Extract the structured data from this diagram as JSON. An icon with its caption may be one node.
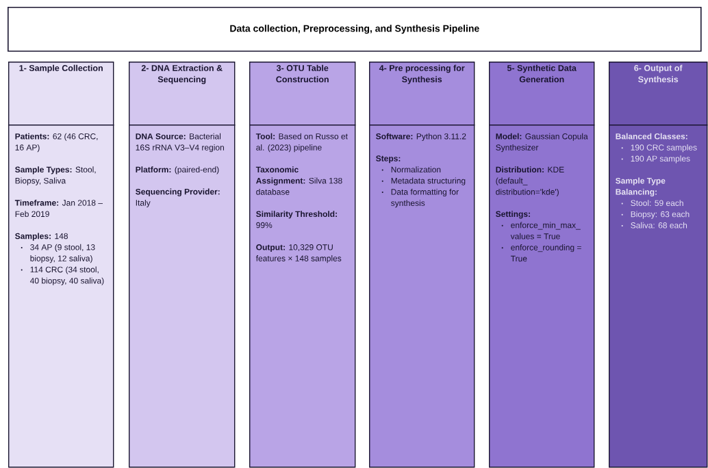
{
  "diagram": {
    "title": "Data collection, Preprocessing, and Synthesis Pipeline",
    "nodes": [
      {
        "text": [
          "1- Sample Collection"
        ]
      },
      {
        "text": [
          "**Patients:** 62 (46 CRC, 16 AP)",
          "**Sample Types:** Stool, Biopsy, Saliva",
          "**Timeframe:** Jan 2018 – Feb 2019",
          "**Samples:** 148",
          "34 AP (9 stool, 13 biopsy, 12 saliva)",
          "114 CRC (34 stool, 40 biopsy, 40 saliva)"
        ]
      },
      {
        "text": [
          "2- DNA Extraction & Sequencing"
        ]
      },
      {
        "text": [
          "**DNA Source:** Bacterial 16S rRNA V3–V4 region",
          "**Platform:** (paired-end)",
          "**Sequencing Provider:** Italy"
        ]
      },
      {
        "text": [
          "3- OTU Table Construction"
        ]
      },
      {
        "text": [
          "**Tool:** Based on Russo et al. (2023) pipeline",
          "**Taxonomic Assignment:** Silva 138 database",
          "**Similarity Threshold:** 99%",
          "**Output:** 10,329 OTU features × 148 samples"
        ]
      },
      {
        "text": [
          "4- Pre processing for Synthesis"
        ]
      },
      {
        "text": [
          "**Software:** Python 3.11.2",
          "**Steps:**",
          "Normalization",
          "Metadata structuring",
          "Data formatting for synthesis"
        ]
      },
      {
        "text": [
          "5- Synthetic Data Generation"
        ]
      },
      {
        "text": [
          "**Model:** Gaussian Copula Synthesizer",
          "**Distribution:** KDE (default_distribution='kde')",
          "**Settings:**",
          "enforce_min_max_values = True",
          "enforce_rounding = True"
        ]
      },
      {
        "text": [
          "6- Output of Synthesis"
        ]
      },
      {
        "text": [
          "**Balanced Classes:**",
          "190 CRC samples",
          "190 AP samples",
          "**Sample Type Balancing:**",
          "Stool: 59 each",
          "Biopsy: 63 each",
          "Saliva: 68 each"
        ]
      }
    ],
    "edges": []
  }
}
